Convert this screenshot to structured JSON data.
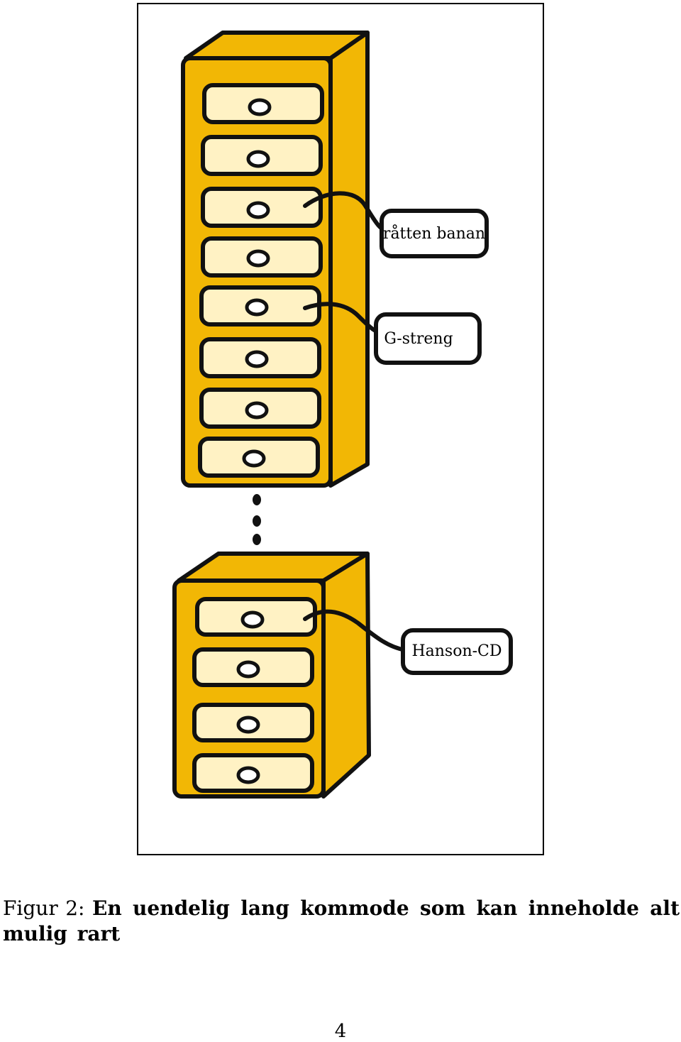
{
  "diagram": {
    "labels": {
      "rotten_banana": "råtten banan",
      "g_string": "G-streng",
      "hanson_cd": "Hanson-CD"
    },
    "colors": {
      "cabinet": "#f2b705",
      "drawer": "#fff2c4",
      "outline": "#111111"
    }
  },
  "caption": {
    "label": "Figur 2:",
    "text": "En uendelig lang kommode som kan inneholde alt mulig rart"
  },
  "page": {
    "number": "4"
  }
}
